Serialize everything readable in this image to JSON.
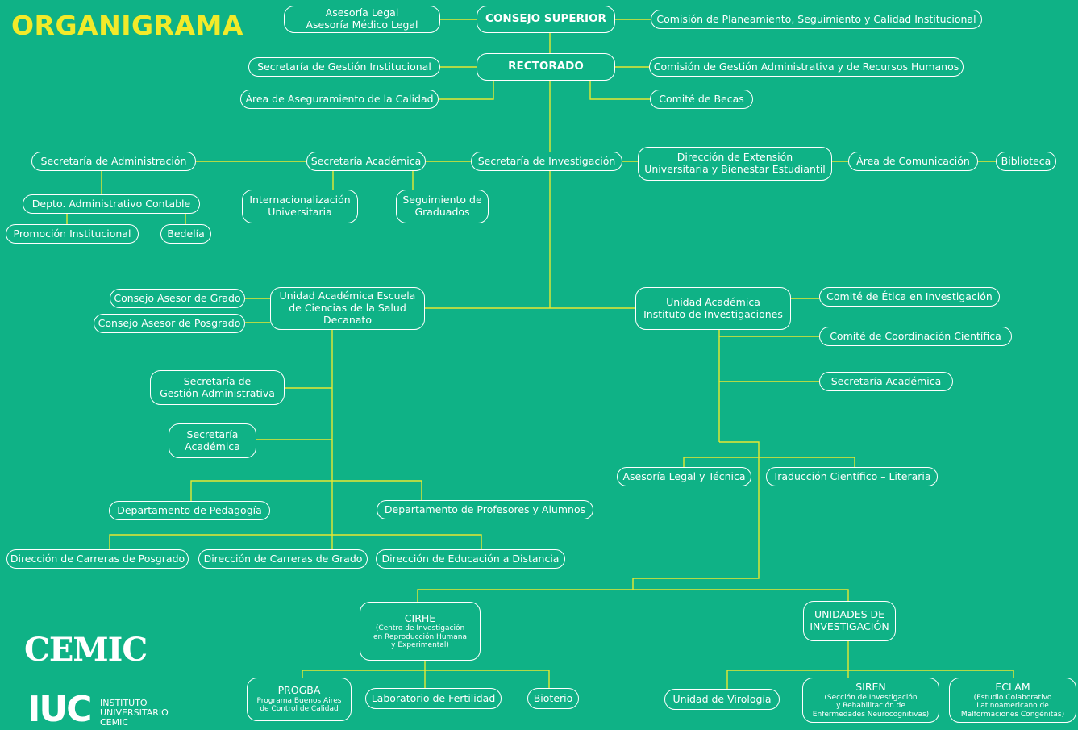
{
  "title": "ORGANIGRAMA",
  "colors": {
    "background": "#0fb286",
    "connector": "#e6e832",
    "title": "#f2ea2a",
    "node_border": "#ffffff"
  },
  "logos": {
    "cemic": "CEMIC",
    "iuc": "IUC",
    "iuc_text": [
      "INSTITUTO",
      "UNIVERSITARIO",
      "CEMIC"
    ]
  },
  "nodes": {
    "asesoria_legal": [
      "Asesoría Legal",
      "Asesoría Médico Legal"
    ],
    "consejo_superior": [
      "CONSEJO SUPERIOR"
    ],
    "comision_planeamiento": [
      "Comisión de Planeamiento, Seguimiento y Calidad  Institucional"
    ],
    "sec_gestion_institucional": [
      "Secretaría de Gestión Institucional"
    ],
    "rectorado": [
      "RECTORADO"
    ],
    "comision_gestion_admin": [
      "Comisión de Gestión Administrativa y de Recursos Humanos"
    ],
    "area_calidad": [
      "Área de Aseguramiento de la Calidad"
    ],
    "comite_becas": [
      "Comité de Becas"
    ],
    "sec_administracion": [
      "Secretaría de Administración"
    ],
    "sec_academica": [
      "Secretaría Académica"
    ],
    "sec_investigacion": [
      "Secretaría de Investigación"
    ],
    "dir_extension": [
      "Dirección de Extensión",
      "Universitaria y Bienestar Estudiantil"
    ],
    "area_comunicacion": [
      "Área de Comunicación"
    ],
    "biblioteca": [
      "Biblioteca"
    ],
    "depto_admin_contable": [
      "Depto. Administrativo  Contable"
    ],
    "internacionalizacion": [
      "Internacionalización",
      "Universitaria"
    ],
    "seguimiento_graduados": [
      "Seguimiento de",
      "Graduados"
    ],
    "promocion_institucional": [
      "Promoción Institucional"
    ],
    "bedelia": [
      "Bedelía"
    ],
    "consejo_grado": [
      "Consejo Asesor de Grado"
    ],
    "consejo_posgrado": [
      "Consejo Asesor de Posgrado"
    ],
    "ua_escuela": [
      "Unidad Académica Escuela",
      "de Ciencias de la Salud",
      "Decanato"
    ],
    "ua_instituto": [
      "Unidad Académica",
      "Instituto de Investigaciones"
    ],
    "comite_etica": [
      "Comité de Ética en Investigación"
    ],
    "comite_coordinacion": [
      "Comité de Coordinación Científica"
    ],
    "sec_academica_inst": [
      "Secretaría Académica"
    ],
    "sec_gestion_admin": [
      "Secretaría  de",
      "Gestión Administrativa"
    ],
    "sec_academica_esc": [
      "Secretaría",
      "Académica"
    ],
    "asesoria_legal_tecnica": [
      "Asesoría Legal y Técnica"
    ],
    "traduccion": [
      "Traducción Científico – Literaria"
    ],
    "depto_pedagogia": [
      "Departamento de Pedagogía"
    ],
    "depto_profesores": [
      "Departamento de Profesores y Alumnos"
    ],
    "dir_posgrado": [
      "Dirección de Carreras de Posgrado"
    ],
    "dir_grado": [
      "Dirección de Carreras de Grado"
    ],
    "dir_distancia": [
      "Dirección de Educación a Distancia"
    ],
    "cirhe": {
      "main": "CIRHE",
      "sub": [
        "(Centro de Investigación",
        "en Reproducción Humana",
        "y Experimental)"
      ]
    },
    "unidades_investigacion": [
      "UNIDADES DE",
      "INVESTIGACIÓN"
    ],
    "progba": {
      "main": "PROGBA",
      "sub": [
        "Programa Buenos Aires",
        "de Control de Calidad"
      ]
    },
    "lab_fertilidad": [
      "Laboratorio de Fertilidad"
    ],
    "bioterio": [
      "Bioterio"
    ],
    "unidad_virologia": [
      "Unidad de Virología"
    ],
    "siren": {
      "main": "SIREN",
      "sub": [
        "(Sección de Investigación",
        "y Rehabilitación de",
        "Enfermedades Neurocognitivas)"
      ]
    },
    "eclam": {
      "main": "ECLAM",
      "sub": [
        "(Estudio Colaborativo",
        "Latinoamericano de",
        "Malformaciones Congénitas)"
      ]
    }
  }
}
